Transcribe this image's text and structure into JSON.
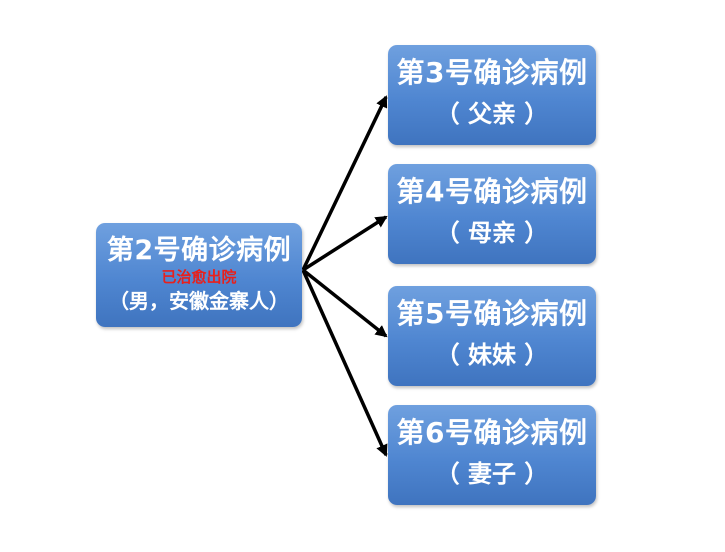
{
  "source": {
    "title": "第2号确诊病例",
    "status": "已治愈出院",
    "note": "（男，安徽金寨人）"
  },
  "targets": [
    {
      "title": "第3号确诊病例",
      "relation": "（ 父亲 ）"
    },
    {
      "title": "第4号确诊病例",
      "relation": "（ 母亲 ）"
    },
    {
      "title": "第5号确诊病例",
      "relation": "（ 妹妹 ）"
    },
    {
      "title": "第6号确诊病例",
      "relation": "（ 妻子 ）"
    }
  ],
  "colors": {
    "box_fill": "#4f86d1",
    "box_text": "#ffffff",
    "status_text": "#e8201c",
    "arrow": "#000000"
  }
}
